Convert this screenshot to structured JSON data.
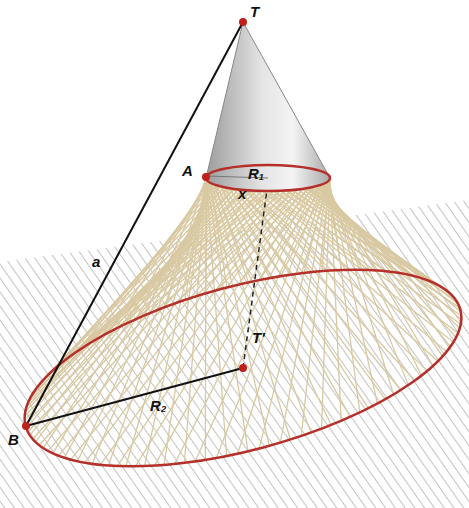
{
  "diagram": {
    "labels": [
      "T",
      "x",
      "A",
      "R₁",
      "a",
      "T'",
      "B",
      "R₂"
    ]
  }
}
